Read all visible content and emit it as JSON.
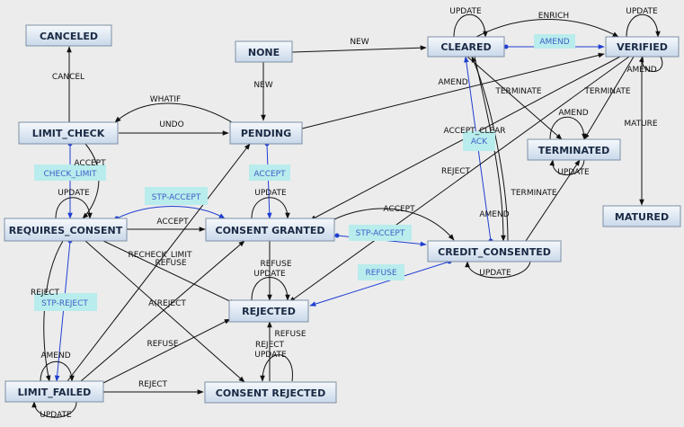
{
  "colors": {
    "background": "#ececec",
    "node_fill_top": "#f6f9fc",
    "node_fill_bottom": "#c9d8ea",
    "node_border": "#7d8fa6",
    "node_text": "#1a2a44",
    "edge_black": "#111111",
    "edge_blue": "#1f3fd1",
    "label_highlight": "#b9ecec",
    "label_blue_text": "#3b62c9"
  },
  "nodes": [
    {
      "id": "canceled",
      "label": "CANCELED"
    },
    {
      "id": "none",
      "label": "NONE"
    },
    {
      "id": "cleared",
      "label": "CLEARED"
    },
    {
      "id": "verified",
      "label": "VERIFIED"
    },
    {
      "id": "limit_check",
      "label": "LIMIT_CHECK"
    },
    {
      "id": "pending",
      "label": "PENDING"
    },
    {
      "id": "terminated",
      "label": "TERMINATED"
    },
    {
      "id": "matured",
      "label": "MATURED"
    },
    {
      "id": "requires_consent",
      "label": "REQUIRES_CONSENT"
    },
    {
      "id": "consent_granted",
      "label": "CONSENT GRANTED"
    },
    {
      "id": "credit_consented",
      "label": "CREDIT_CONSENTED"
    },
    {
      "id": "rejected",
      "label": "REJECTED"
    },
    {
      "id": "limit_failed",
      "label": "LIMIT_FAILED"
    },
    {
      "id": "consent_rejected",
      "label": "CONSENT REJECTED"
    }
  ],
  "edge_labels": [
    {
      "id": "update-cleared",
      "text": "UPDATE",
      "style": "plain"
    },
    {
      "id": "enrich",
      "text": "ENRICH",
      "style": "plain"
    },
    {
      "id": "update-verified",
      "text": "UPDATE",
      "style": "plain"
    },
    {
      "id": "new-cleared",
      "text": "NEW",
      "style": "plain"
    },
    {
      "id": "amend-cleared-verified",
      "text": "AMEND",
      "style": "blue"
    },
    {
      "id": "amend-verified-self",
      "text": "AMEND",
      "style": "plain"
    },
    {
      "id": "cancel",
      "text": "CANCEL",
      "style": "plain"
    },
    {
      "id": "new-pending",
      "text": "NEW",
      "style": "plain"
    },
    {
      "id": "amend-pending-verified",
      "text": "AMEND",
      "style": "plain"
    },
    {
      "id": "terminate-cleared",
      "text": "TERMINATE",
      "style": "plain"
    },
    {
      "id": "terminate-verified",
      "text": "TERMINATE",
      "style": "plain"
    },
    {
      "id": "mature",
      "text": "MATURE",
      "style": "plain"
    },
    {
      "id": "whatif",
      "text": "WHATIF",
      "style": "plain"
    },
    {
      "id": "undo",
      "text": "UNDO",
      "style": "plain"
    },
    {
      "id": "amend-terminated",
      "text": "AMEND",
      "style": "plain"
    },
    {
      "id": "accept-clear",
      "text": "ACCEPT_CLEAR",
      "style": "plain"
    },
    {
      "id": "ack",
      "text": "ACK",
      "style": "blue"
    },
    {
      "id": "accept-lc",
      "text": "ACCEPT",
      "style": "plain"
    },
    {
      "id": "check-limit",
      "text": "CHECK_LIMIT",
      "style": "blue"
    },
    {
      "id": "accept-pending",
      "text": "ACCEPT",
      "style": "blue"
    },
    {
      "id": "update-terminated",
      "text": "UPDATE",
      "style": "plain"
    },
    {
      "id": "reject-verified",
      "text": "REJECT",
      "style": "plain"
    },
    {
      "id": "update-rc",
      "text": "UPDATE",
      "style": "plain"
    },
    {
      "id": "stp-accept-rc",
      "text": "STP-ACCEPT",
      "style": "blue"
    },
    {
      "id": "update-cg",
      "text": "UPDATE",
      "style": "plain"
    },
    {
      "id": "terminate-cc",
      "text": "TERMINATE",
      "style": "plain"
    },
    {
      "id": "accept-rc-cg",
      "text": "ACCEPT",
      "style": "plain"
    },
    {
      "id": "accept-cg-cc",
      "text": "ACCEPT",
      "style": "plain"
    },
    {
      "id": "amend-cc",
      "text": "AMEND",
      "style": "plain"
    },
    {
      "id": "stp-accept-cg",
      "text": "STP-ACCEPT",
      "style": "blue"
    },
    {
      "id": "recheck-limit",
      "text": "RECHECK_LIMIT",
      "style": "plain"
    },
    {
      "id": "refuse-rc",
      "text": "REFUSE",
      "style": "plain"
    },
    {
      "id": "refuse-cg",
      "text": "REFUSE",
      "style": "plain"
    },
    {
      "id": "update-rejected",
      "text": "UPDATE",
      "style": "plain"
    },
    {
      "id": "refuse-cc",
      "text": "REFUSE",
      "style": "blue"
    },
    {
      "id": "update-cc",
      "text": "UPDATE",
      "style": "plain"
    },
    {
      "id": "reject-rc",
      "text": "REJECT",
      "style": "plain"
    },
    {
      "id": "stp-reject",
      "text": "STP-REJECT",
      "style": "blue"
    },
    {
      "id": "a-reject",
      "text": "A(REJECT",
      "style": "plain"
    },
    {
      "id": "refuse-lf",
      "text": "REFUSE",
      "style": "plain"
    },
    {
      "id": "refuse-crej",
      "text": "REFUSE",
      "style": "plain"
    },
    {
      "id": "reject-crej",
      "text": "REJECT",
      "style": "plain"
    },
    {
      "id": "update-crej",
      "text": "UPDATE",
      "style": "plain"
    },
    {
      "id": "amend-lf",
      "text": "AMEND",
      "style": "plain"
    },
    {
      "id": "reject-lf",
      "text": "REJECT",
      "style": "plain"
    },
    {
      "id": "update-lf",
      "text": "UPDATE",
      "style": "plain"
    }
  ]
}
